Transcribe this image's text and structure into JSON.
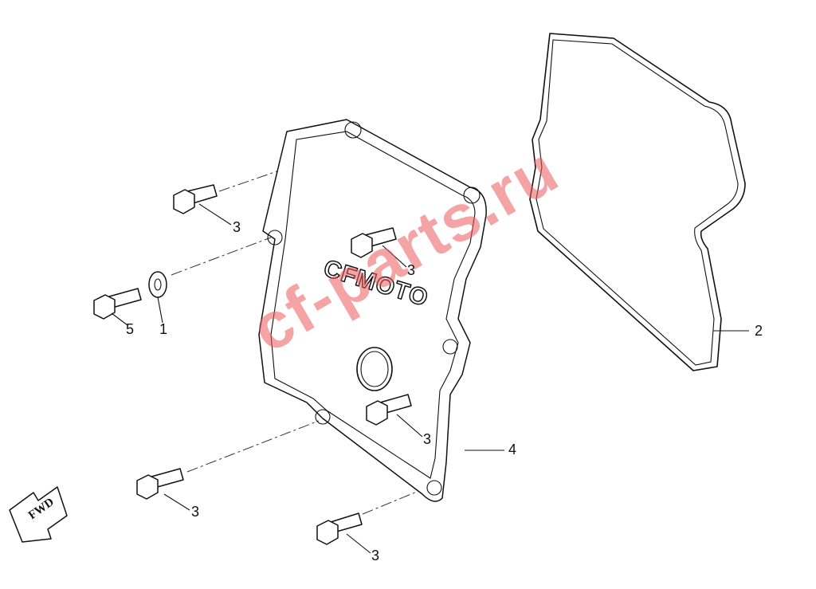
{
  "diagram": {
    "logo_text": "CFMOTO",
    "watermark_text": "cf-parts.ru",
    "fwd_label": "FWD",
    "callouts": {
      "gasket": "2",
      "cover": "4",
      "washer": "1",
      "bolt_small": "5",
      "bolt_top_left": "3",
      "bolt_top_center": "3",
      "bolt_center": "3",
      "bolt_lower_left": "3",
      "bolt_bottom": "3"
    }
  }
}
